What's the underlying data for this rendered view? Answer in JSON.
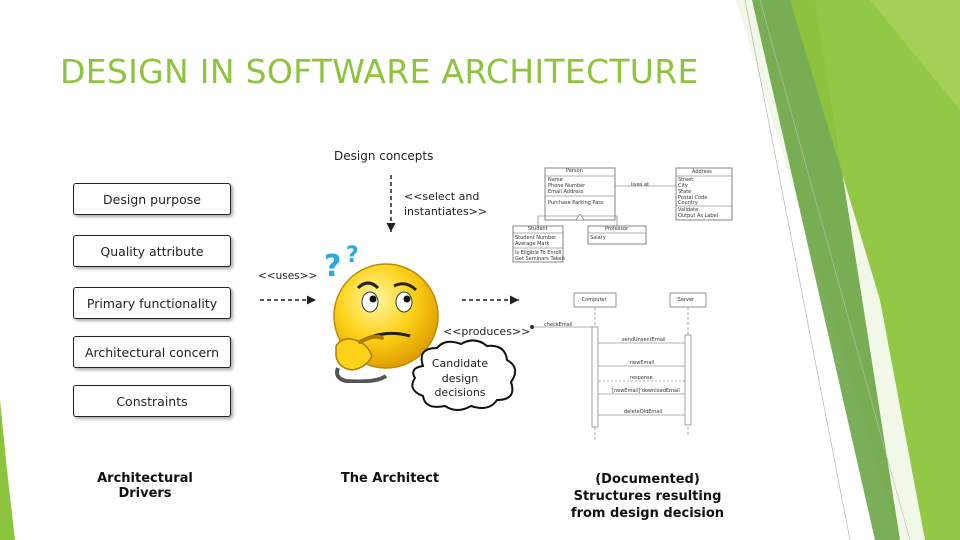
{
  "title": "DESIGN IN SOFTWARE ARCHITECTURE",
  "design_concepts": "Design concepts",
  "select_instantiate": "<<select and instantiates>>",
  "uses": "<<uses>>",
  "produces": "<<produces>>",
  "drivers": [
    "Design purpose",
    "Quality attribute",
    "Primary functionality",
    "Architectural concern",
    "Constraints"
  ],
  "candidate": "Candidate design decisions",
  "captions": {
    "drivers": "Architectural Drivers",
    "architect": "The Architect",
    "structures": "(Documented) Structures resulting from design decision"
  },
  "class_diagram": {
    "person": "Person",
    "person_attrs": [
      "Name",
      "Phone Number",
      "Email Address"
    ],
    "person_op": "Purchase Parking Pass",
    "address": "Address",
    "address_attrs": [
      "Street",
      "City",
      "State",
      "Postal Code",
      "Country"
    ],
    "address_ops": [
      "Validate",
      "Output As Label"
    ],
    "lives_at": "lives at",
    "student": "Student",
    "student_attrs": [
      "Student Number",
      "Average Mark"
    ],
    "student_ops": [
      "Is Eligible To Enroll",
      "Get Seminars Taken"
    ],
    "professor": "Professor",
    "professor_attrs": [
      "Salary"
    ]
  },
  "sequence_diagram": {
    "computer": ":Computer",
    "server": ":Server",
    "check_email": "checkEmail",
    "messages": [
      "sendUnsentEmail",
      "newEmail",
      "response",
      "[newEmail] downloadEmail",
      "deleteOldEmail"
    ]
  },
  "colors": {
    "accent": "#8dc43d",
    "dark_green": "#5a9a2e",
    "text": "#222222"
  },
  "icons": {
    "architect": "thinking-face-question-marks",
    "cloud": "thought-cloud"
  }
}
